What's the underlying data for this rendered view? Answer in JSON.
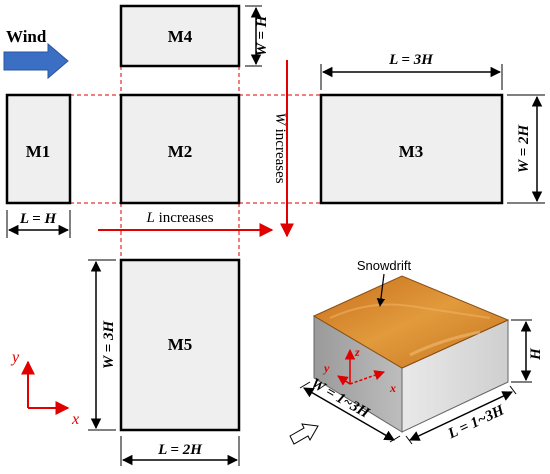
{
  "wind_label": "Wind",
  "models": {
    "m1": {
      "name": "M1",
      "dim_l": "L = H"
    },
    "m2": {
      "name": "M2"
    },
    "m3": {
      "name": "M3",
      "dim_l": "L = 3H",
      "dim_w": "W = 2H"
    },
    "m4": {
      "name": "M4",
      "dim_w": "W = H"
    },
    "m5": {
      "name": "M5",
      "dim_l": "L = 2H",
      "dim_w": "W = 3H"
    }
  },
  "arrows": {
    "l_increases": {
      "var": "L",
      "text": " increases"
    },
    "w_increases": {
      "var": "W",
      "text": " increases"
    }
  },
  "axes": {
    "x": "x",
    "y": "y"
  },
  "block": {
    "snowdrift_label": "Snowdrift",
    "axis_x": "x",
    "axis_y": "y",
    "axis_z": "z",
    "dim_h": "H",
    "dim_w": "W = 1~3H",
    "dim_l": "L = 1~3H"
  },
  "colors": {
    "model_fill": "#efefef",
    "accent_red": "#e00000",
    "wind_blue": "#3b6fc4",
    "snow_orange": "#d98a2a"
  }
}
